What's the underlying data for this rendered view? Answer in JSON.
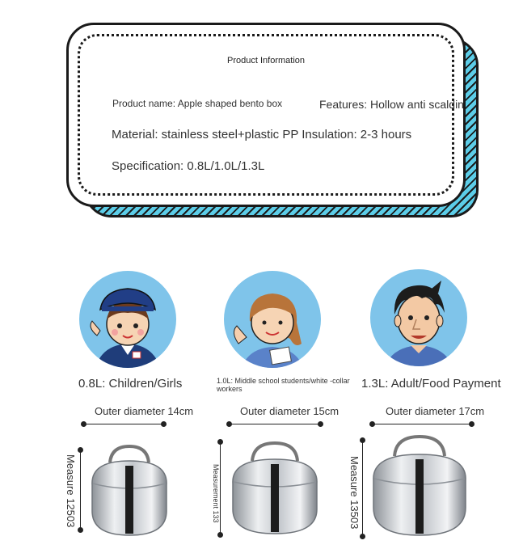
{
  "info": {
    "title": "Product Information",
    "name": "Product name: Apple shaped bento box",
    "features": "Features: Hollow anti scalding",
    "material": "Material: stainless steel+plastic PP Insulation: 2-3 hours",
    "specification": "Specification: 0.8L/1.0L/1.3L"
  },
  "sizes": [
    {
      "label": "0.8L: Children/Girls",
      "diameter": "Outer diameter 14cm",
      "measure": "Measure 12503"
    },
    {
      "label": "1.0L: Middle school students/white -collar workers",
      "diameter": "Outer diameter 15cm",
      "measure": "Measurement 133"
    },
    {
      "label": "1.3L: Adult/Food Payment",
      "diameter": "Outer diameter 17cm",
      "measure": "Measure 13503"
    }
  ],
  "colors": {
    "accent": "#5ccde8",
    "avatar_bg": "#7fc4ea",
    "outline": "#1a1a1a"
  }
}
